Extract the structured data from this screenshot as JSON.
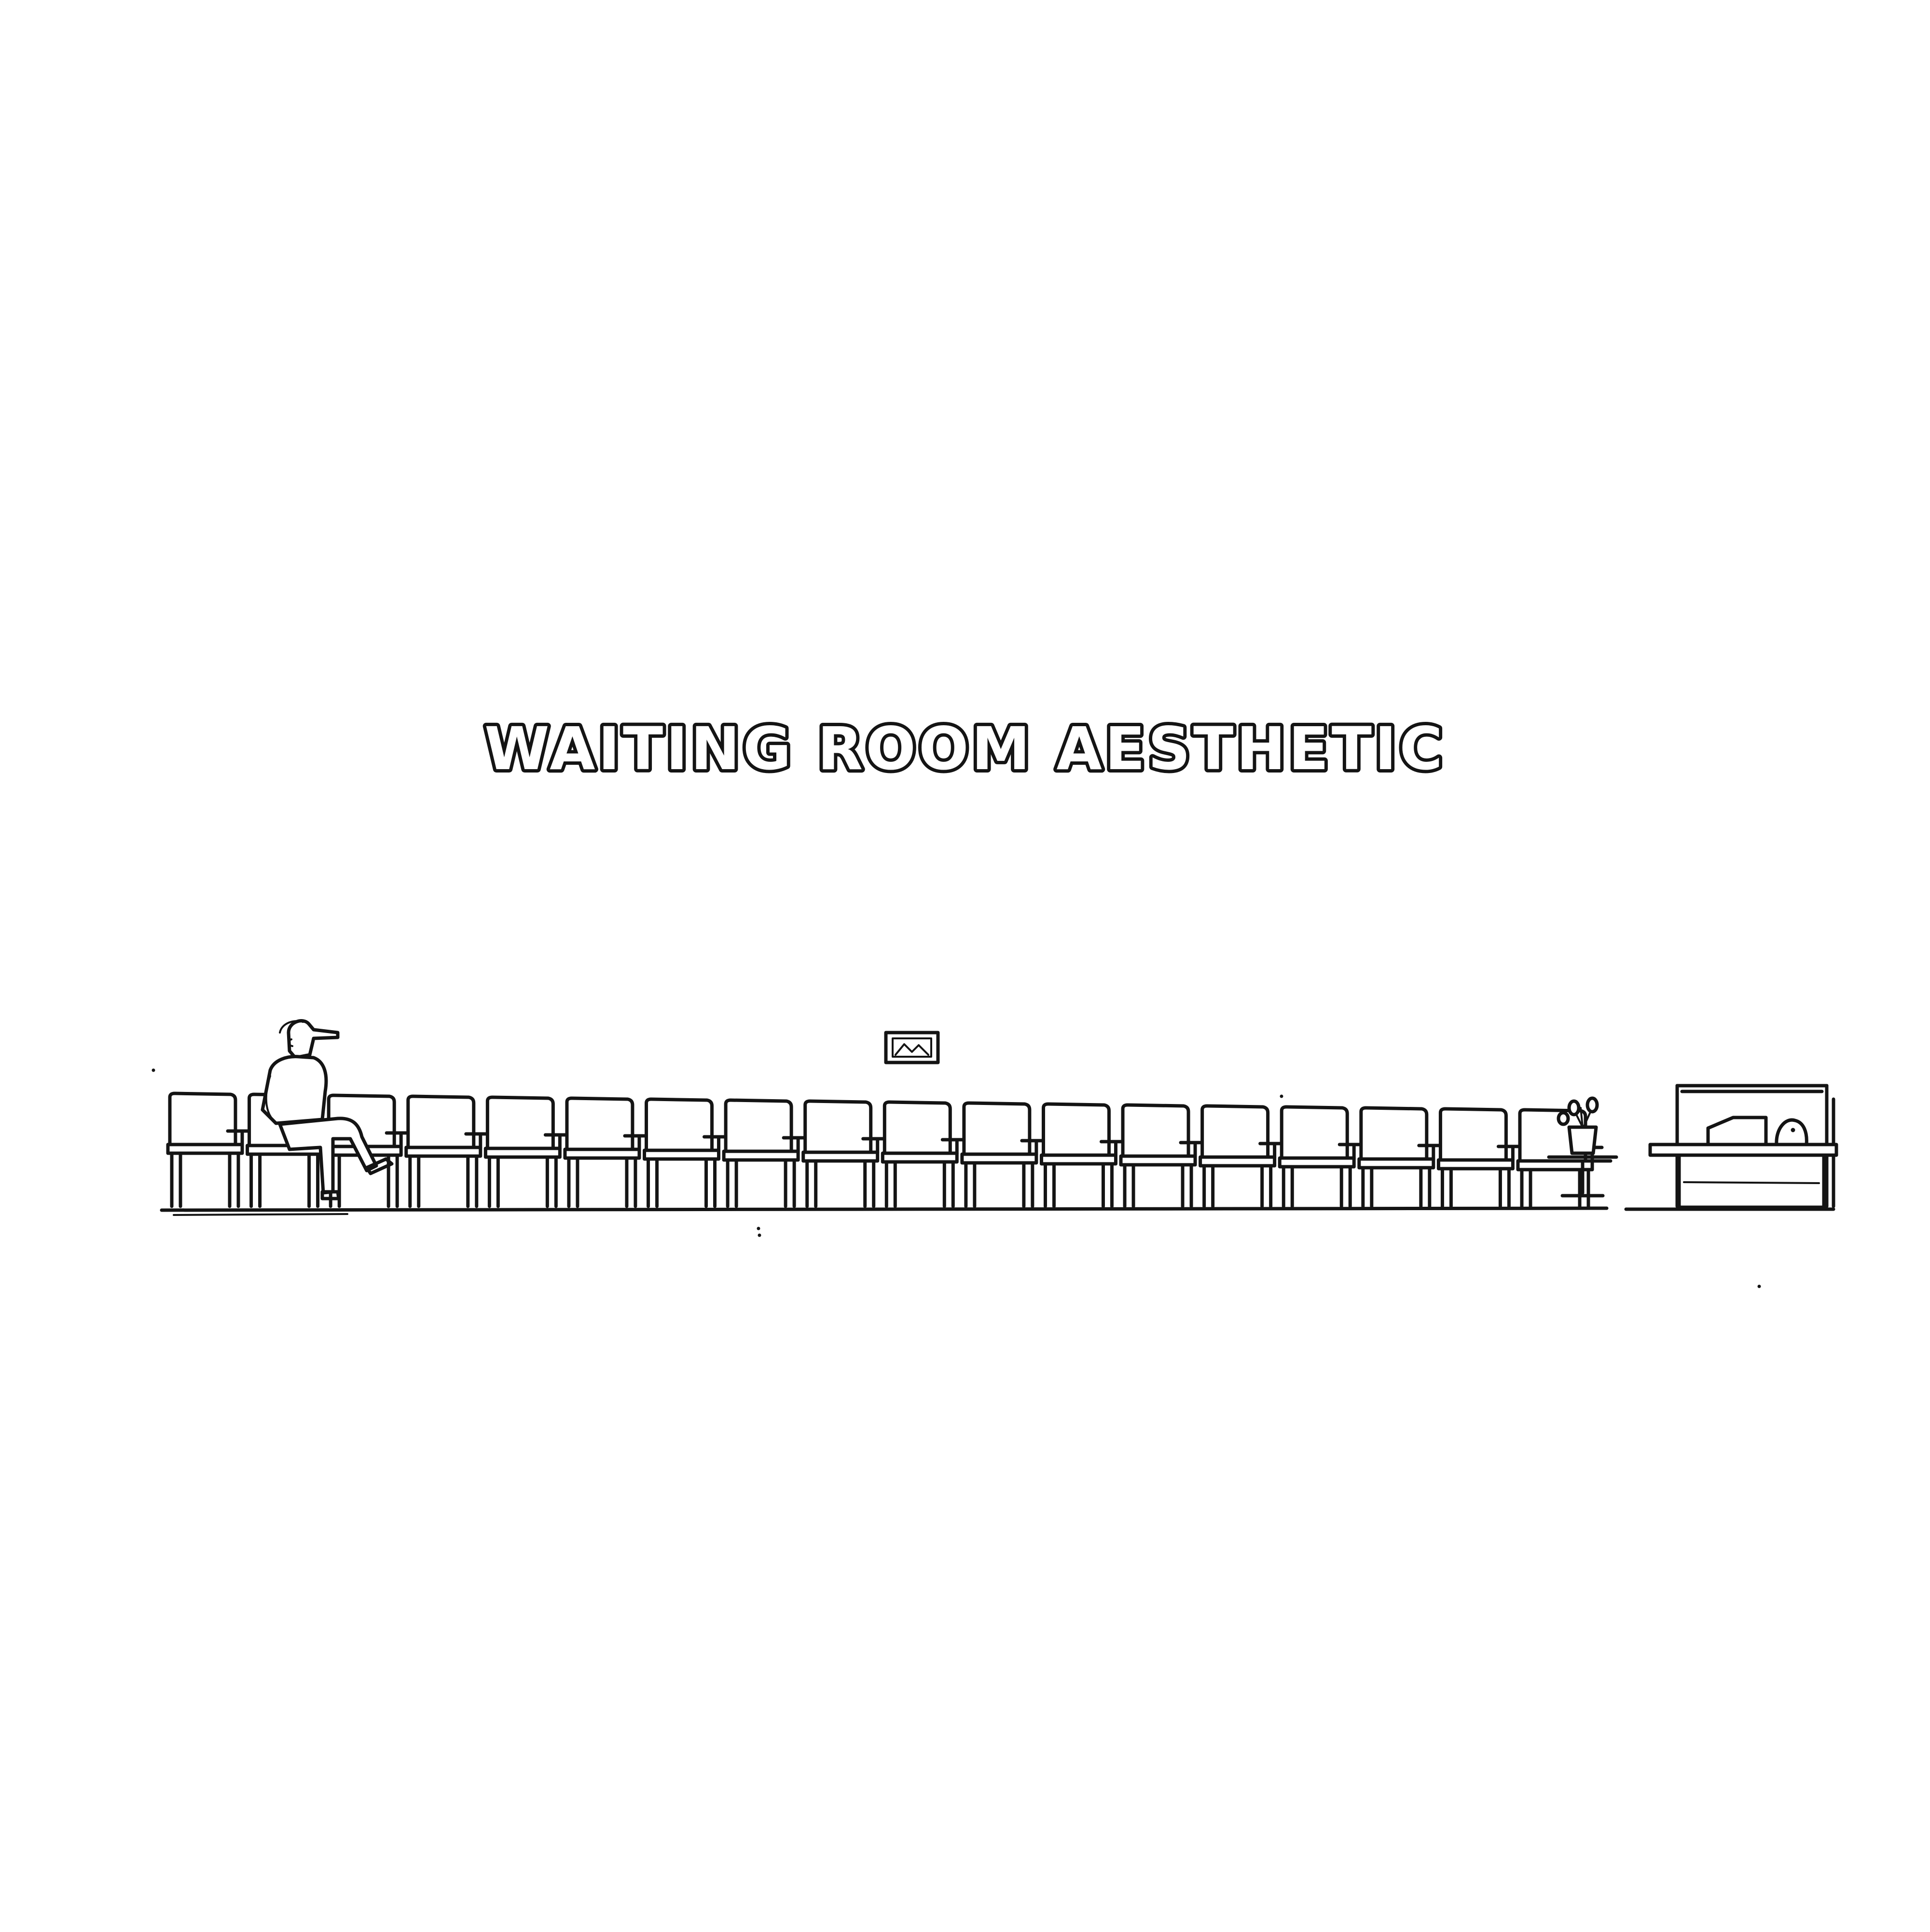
{
  "title": "WAITING ROOM AESTHETIC",
  "colors": {
    "background": "#ffffff",
    "ink": "#141414"
  },
  "scene": {
    "chairs": {
      "count": 18,
      "occupied": 1
    },
    "people": [
      {
        "role": "waiting person",
        "pose": "seated, legs crossed"
      },
      {
        "role": "receptionist",
        "pose": "behind desk"
      }
    ],
    "wall_picture": "landscape-frame-icon",
    "side_table_plant": "potted-plant-icon",
    "desk": "reception-desk"
  }
}
